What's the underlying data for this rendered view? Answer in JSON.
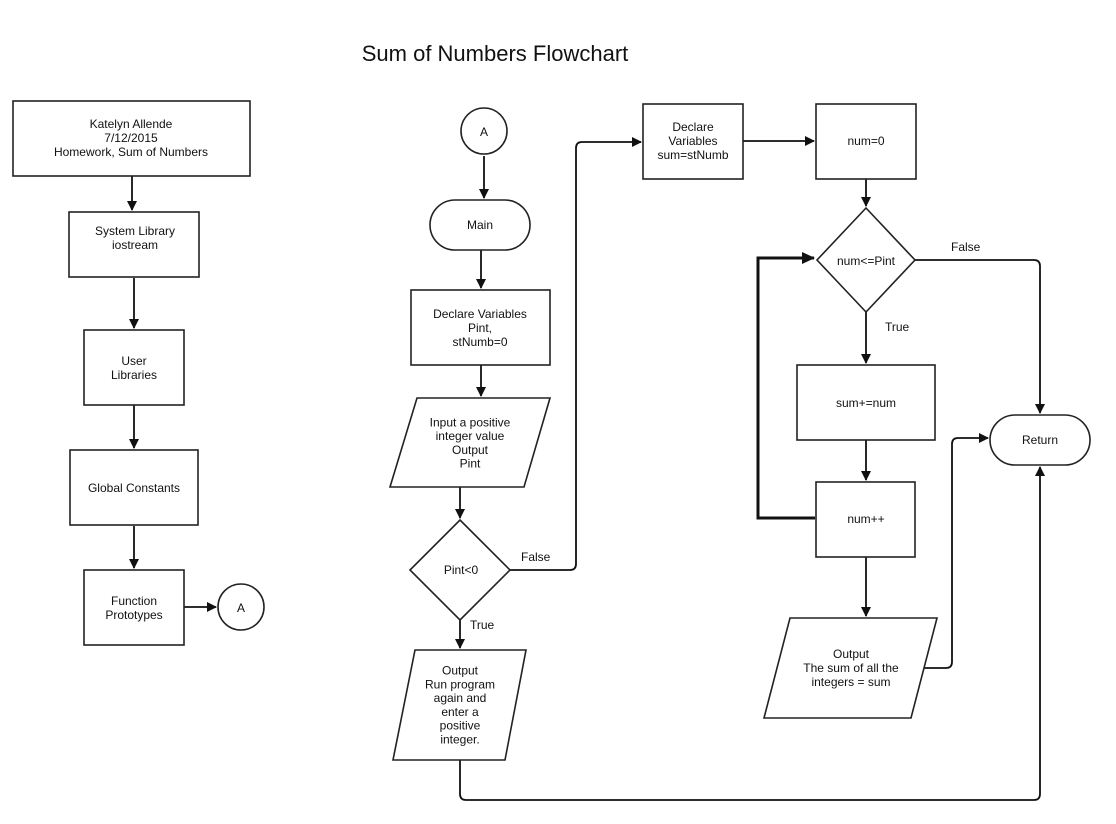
{
  "title": "Sum of Numbers Flowchart",
  "nodes": {
    "header": [
      "Katelyn Allende",
      "7/12/2015",
      "Homework, Sum of Numbers"
    ],
    "system_library": [
      "System Library",
      "iostream"
    ],
    "user_libraries": [
      "User",
      "Libraries"
    ],
    "global_constants": [
      "Global Constants"
    ],
    "function_prototypes": [
      "Function",
      "Prototypes"
    ],
    "connector_left": [
      "A"
    ],
    "connector_top": [
      "A"
    ],
    "main": [
      "Main"
    ],
    "declare_pint": [
      "Declare Variables",
      "Pint,",
      "stNumb=0"
    ],
    "input_pint": [
      "Input a positive",
      "integer value",
      "Output",
      "Pint"
    ],
    "decision_pint": [
      "Pint<0"
    ],
    "output_rerun": [
      "Output",
      "Run program",
      "again and",
      "enter a",
      "positive",
      "integer."
    ],
    "declare_sum": [
      "Declare",
      "Variables",
      "sum=stNumb"
    ],
    "num_init": [
      "num=0"
    ],
    "decision_num": [
      "num<=Pint"
    ],
    "sum_add": [
      "sum+=num"
    ],
    "num_inc": [
      "num++"
    ],
    "output_sum": [
      "Output",
      "The sum of all the",
      "integers = sum"
    ],
    "return": [
      "Return"
    ]
  },
  "edge_labels": {
    "pint_false": "False",
    "pint_true": "True",
    "num_false": "False",
    "num_true": "True"
  }
}
